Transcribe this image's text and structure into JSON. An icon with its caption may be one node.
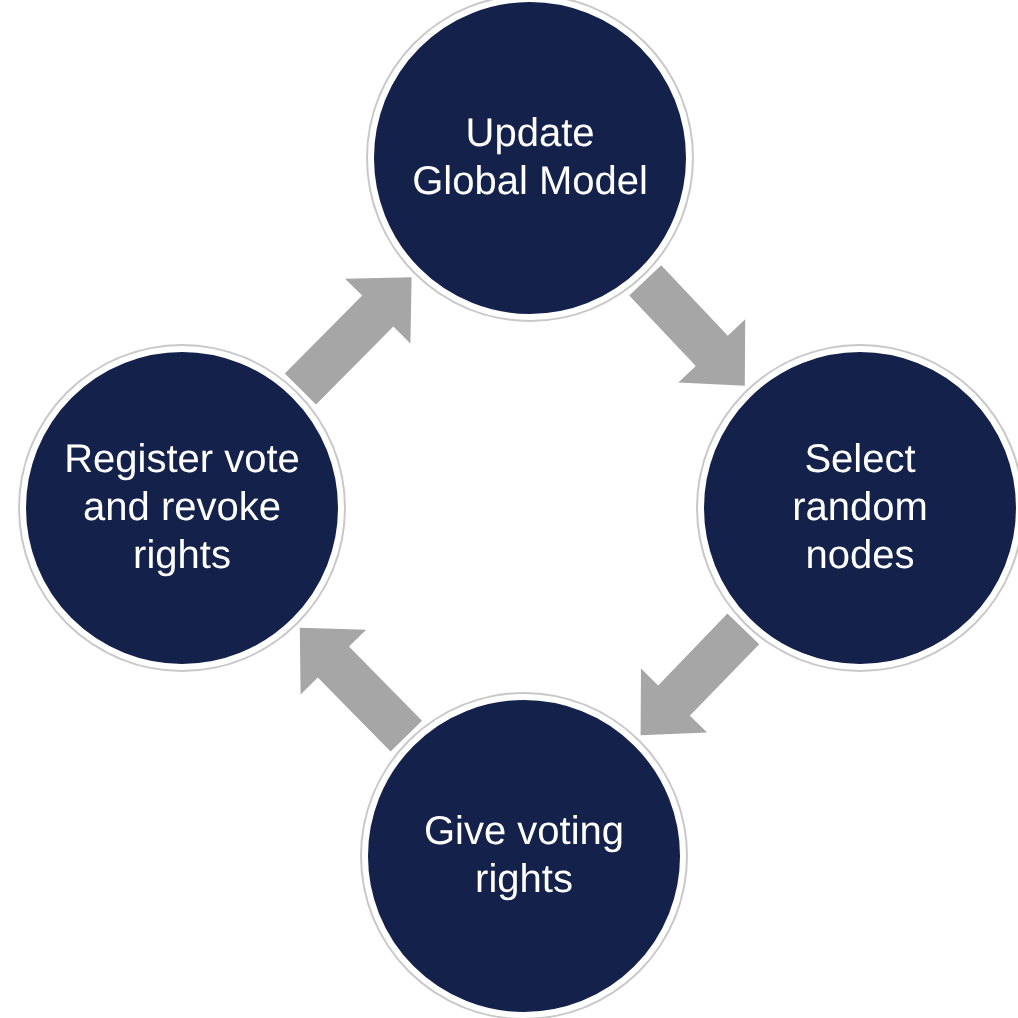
{
  "diagram": {
    "nodes": [
      {
        "text": [
          "Update Global Model"
        ]
      },
      {
        "text": [
          "Select random nodes"
        ]
      },
      {
        "text": [
          "Give voting rights"
        ]
      },
      {
        "text": [
          "Register vote and revoke rights"
        ]
      }
    ],
    "edges": [
      {
        "from": 0,
        "to": 1,
        "arrow": "to"
      },
      {
        "from": 1,
        "to": 2,
        "arrow": "to"
      },
      {
        "from": 2,
        "to": 3,
        "arrow": "to"
      },
      {
        "from": 3,
        "to": 0,
        "arrow": "to"
      }
    ]
  }
}
